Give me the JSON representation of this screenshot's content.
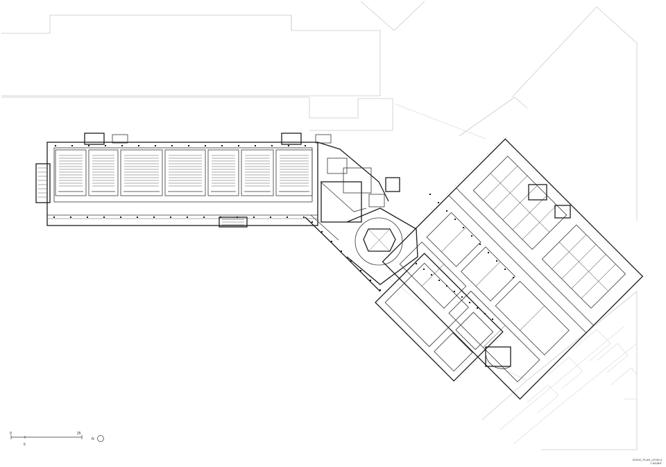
{
  "scale_bar": {
    "label_start": "0",
    "label_mid": "5",
    "label_end": "25",
    "north_label": "N"
  },
  "sheet_info": {
    "line1": "SCB10_PLAN_LEVEL4",
    "line2": "2 MS/B/F"
  }
}
